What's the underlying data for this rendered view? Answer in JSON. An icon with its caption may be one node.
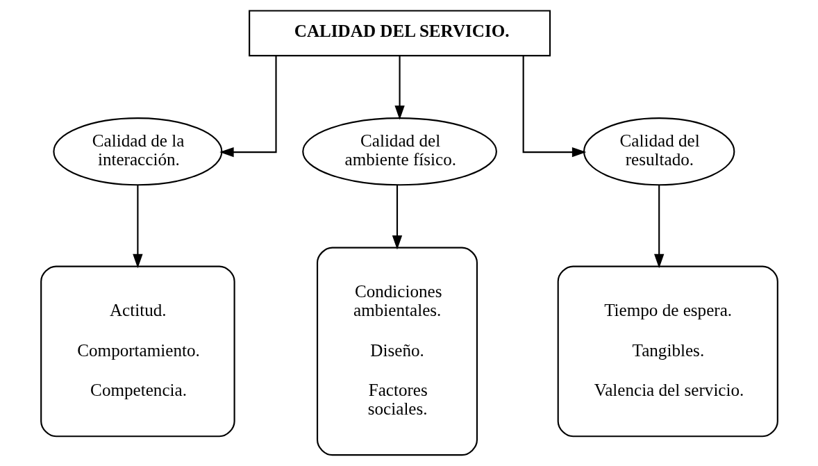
{
  "diagram": {
    "nodes": [
      {
        "text": [
          "CALIDAD DEL SERVICIO."
        ]
      },
      {
        "text": [
          "Calidad de la interacción."
        ]
      },
      {
        "text": [
          "Calidad del ambiente físico."
        ]
      },
      {
        "text": [
          "Calidad del resultado."
        ]
      },
      {
        "text": [
          "Actitud.",
          "Comportamiento.",
          "Competencia."
        ]
      },
      {
        "text": [
          "Condiciones ambientales.",
          "Diseño.",
          "Factores sociales."
        ]
      },
      {
        "text": [
          "Tiempo de espera.",
          "Tangibles.",
          "Valencia del servicio."
        ]
      }
    ],
    "edges": [
      {
        "from": 0,
        "to": 1,
        "arrow": "to"
      },
      {
        "from": 0,
        "to": 2,
        "arrow": "to"
      },
      {
        "from": 0,
        "to": 3,
        "arrow": "to"
      },
      {
        "from": 1,
        "to": 4,
        "arrow": "to"
      },
      {
        "from": 2,
        "to": 5,
        "arrow": "to"
      },
      {
        "from": 3,
        "to": 6,
        "arrow": "to"
      }
    ]
  }
}
